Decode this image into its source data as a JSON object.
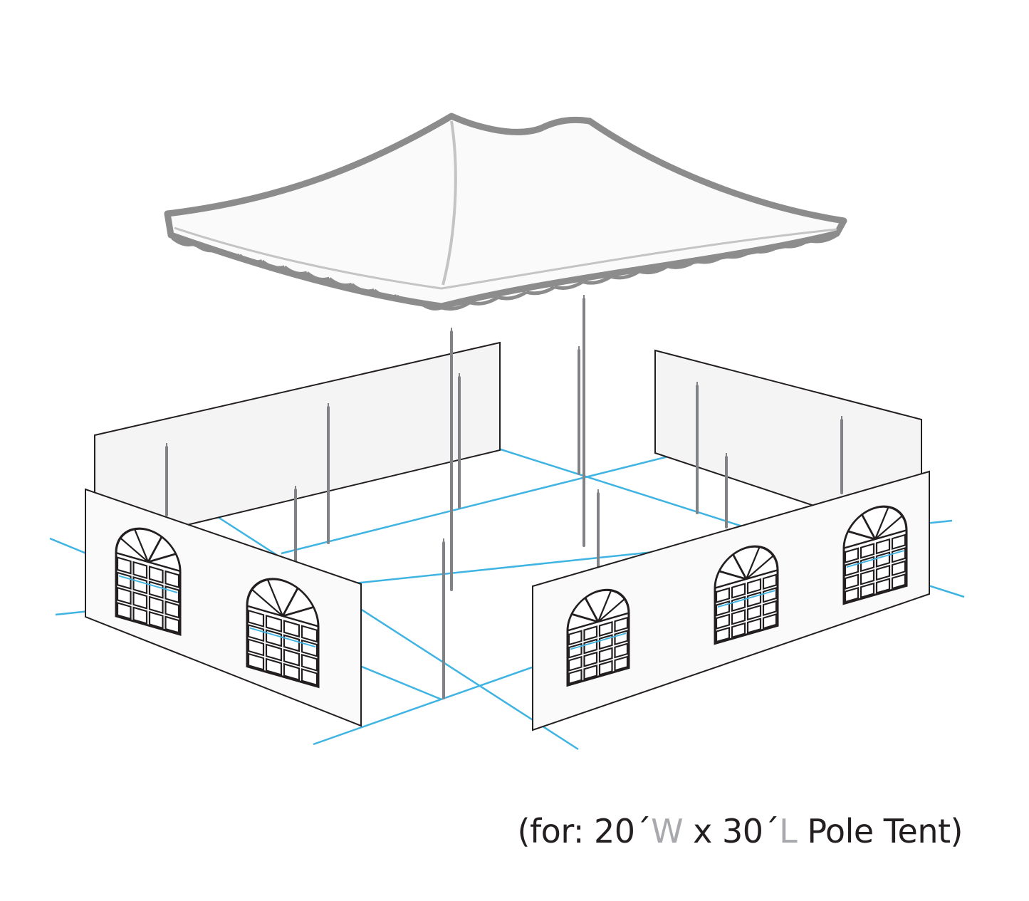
{
  "caption": {
    "open": "(for: 20´",
    "w_letter": "W",
    "mid": " x 30´",
    "l_letter": "L",
    "close": " Pole Tent)"
  },
  "colors": {
    "ground_lines": "#3fb4e2",
    "outline": "#231f20",
    "roof_edge": "#8c8c8c",
    "roof_fill": "#fafafa",
    "back_wall_fill": "#f4f4f4",
    "front_wall_fill": "#fafafa",
    "pole": "#808285",
    "caption_dim": "#a7a9ac"
  },
  "icons": {
    "roof": "tent-roof",
    "sidewall": "sidewall-panel",
    "window": "arched-window",
    "pole": "tent-pole"
  }
}
